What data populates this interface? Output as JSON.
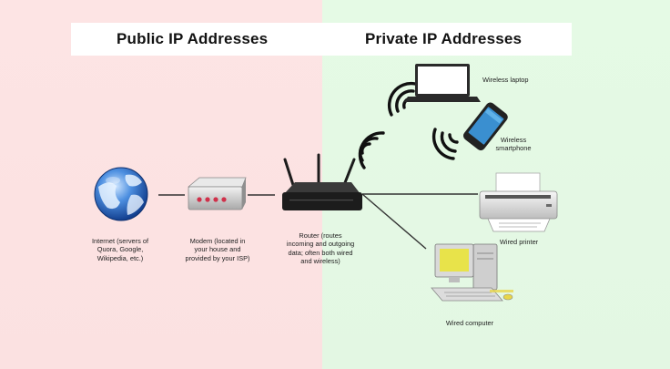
{
  "headers": {
    "public": "Public IP Addresses",
    "private": "Private IP Addresses"
  },
  "colors": {
    "public_bg": "#fde4e4",
    "private_bg": "#e5fae5",
    "router": "#1c1c1c",
    "phone_screen": "#3a8fd0",
    "computer_screen": "#e8e34a"
  },
  "nodes": {
    "internet": {
      "label": "Internet (servers of\nQuora, Google,\nWikipedia, etc.)",
      "icon": "globe-icon"
    },
    "modem": {
      "label": "Modem (located in\nyour house and\nprovided by your ISP)",
      "icon": "modem-icon"
    },
    "router": {
      "label": "Router (routes\nincoming and outgoing\ndata; often both wired\nand wireless)",
      "icon": "router-icon"
    },
    "laptop": {
      "label": "Wireless laptop",
      "icon": "laptop-icon"
    },
    "smartphone": {
      "label": "Wireless\nsmartphone",
      "icon": "smartphone-icon"
    },
    "printer": {
      "label": "Wired printer",
      "icon": "printer-icon"
    },
    "computer": {
      "label": "Wired computer",
      "icon": "computer-icon"
    }
  }
}
